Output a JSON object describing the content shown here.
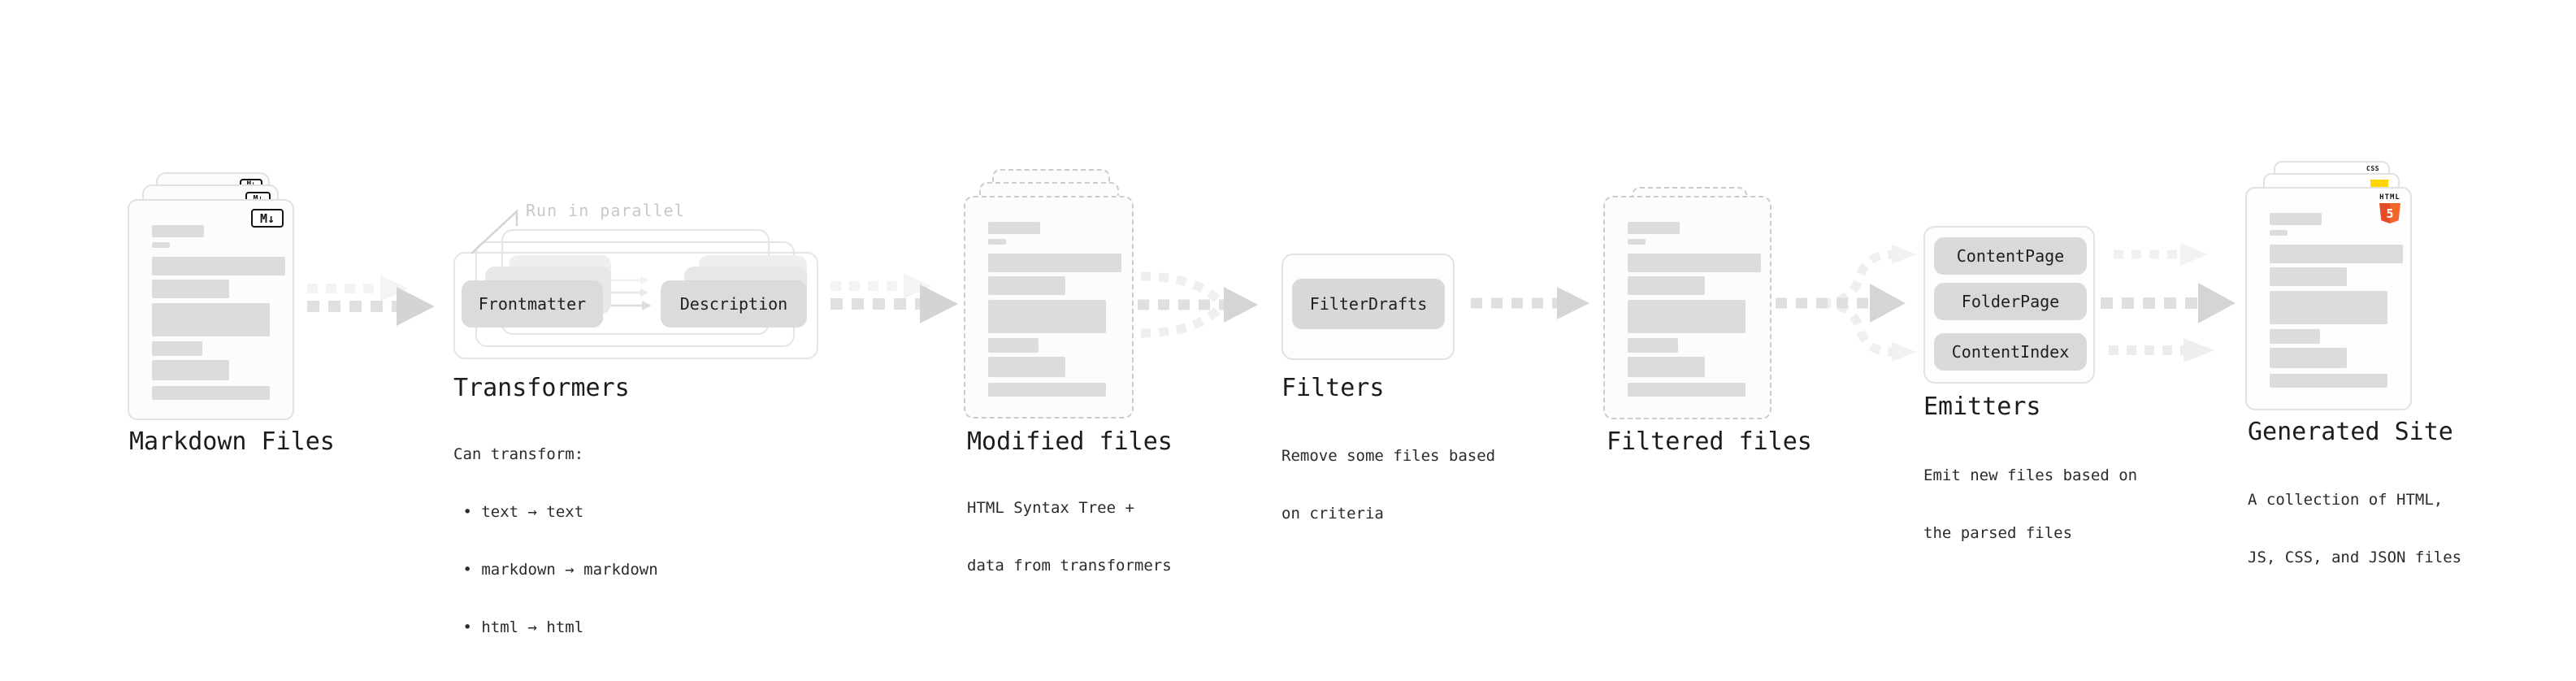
{
  "diagram": {
    "nodes": {
      "markdown_files": {
        "label": "Markdown Files",
        "badge": "M↓"
      },
      "transformers": {
        "label": "Transformers",
        "annotation": "Run in parallel",
        "pills": [
          "Frontmatter",
          "Description"
        ],
        "desc": [
          "Can transform:",
          " • text → text",
          " • markdown → markdown",
          " • html → html"
        ]
      },
      "modified_files": {
        "label": "Modified files",
        "desc": [
          "HTML Syntax Tree +",
          "data from transformers"
        ]
      },
      "filters": {
        "label": "Filters",
        "pills": [
          "FilterDrafts"
        ],
        "desc": [
          "Remove some files based",
          "on criteria"
        ]
      },
      "filtered_files": {
        "label": "Filtered files"
      },
      "emitters": {
        "label": "Emitters",
        "pills": [
          "ContentPage",
          "FolderPage",
          "ContentIndex"
        ],
        "desc": [
          "Emit new files based on",
          "the parsed files"
        ]
      },
      "generated_site": {
        "label": "Generated Site",
        "badges": {
          "css": "CSS",
          "html": "HTML",
          "html_number": "5"
        },
        "desc": [
          "A collection of HTML,",
          "JS, CSS, and JSON files"
        ]
      }
    },
    "colors": {
      "html5_orange": "#e44d26",
      "css_blue": "#2965f1",
      "js_yellow": "#ffd600",
      "skeleton_gray": "#dcdcdc",
      "arrow_gray": "#d5d5d5"
    }
  }
}
